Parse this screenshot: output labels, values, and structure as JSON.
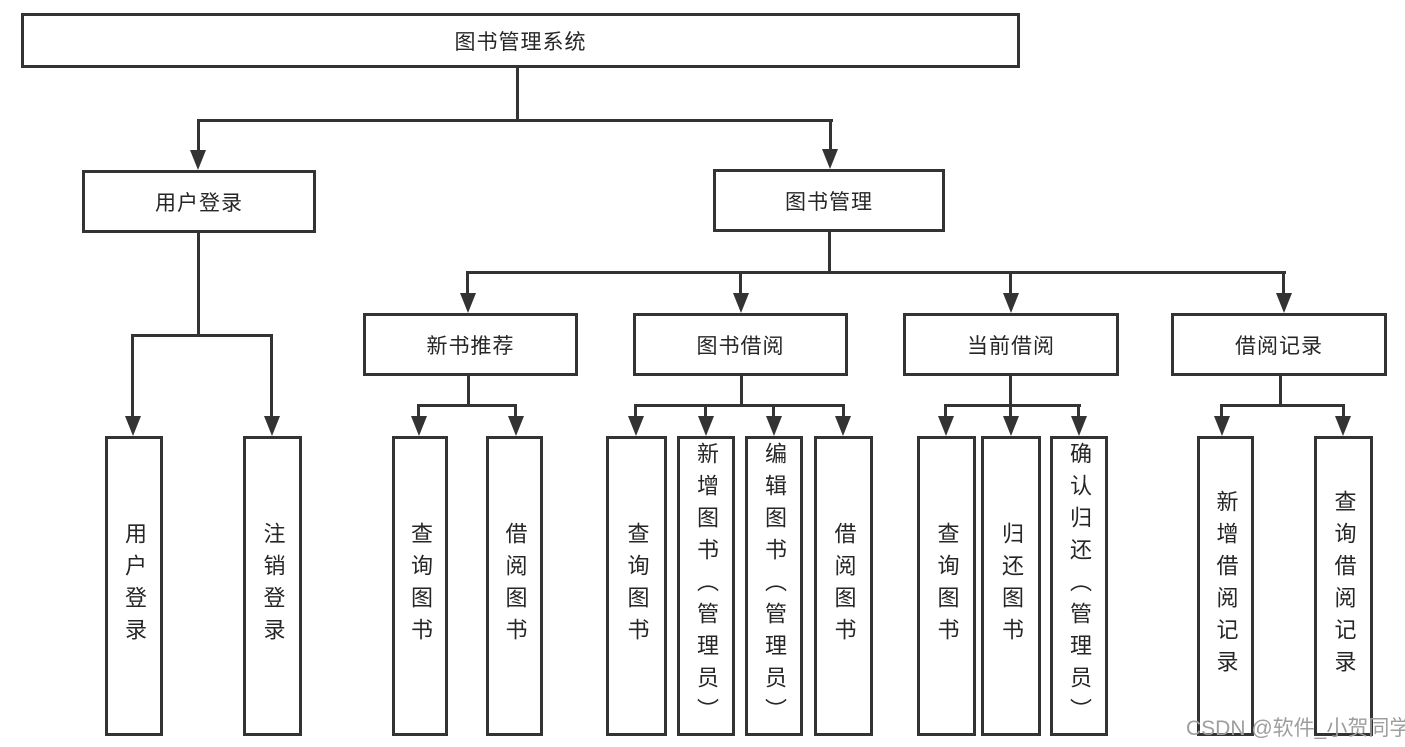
{
  "diagram_type": "hierarchy-tree",
  "colors": {
    "line": "#333333",
    "box_border": "#333333",
    "text": "#262626",
    "watermark": "#9e9e9e",
    "background": "#ffffff"
  },
  "watermark": {
    "text": "CSDN @软件_小贺同学"
  },
  "tree": {
    "label": "图书管理系统",
    "children": [
      {
        "label": "用户登录",
        "children": [
          {
            "label": "用户登录"
          },
          {
            "label": "注销登录"
          }
        ]
      },
      {
        "label": "图书管理",
        "children": [
          {
            "label": "新书推荐",
            "children": [
              {
                "label": "查询图书"
              },
              {
                "label": "借阅图书"
              }
            ]
          },
          {
            "label": "图书借阅",
            "children": [
              {
                "label": "查询图书"
              },
              {
                "label": "新增图书（管理员）"
              },
              {
                "label": "编辑图书（管理员）"
              },
              {
                "label": "借阅图书"
              }
            ]
          },
          {
            "label": "当前借阅",
            "children": [
              {
                "label": "查询图书"
              },
              {
                "label": "归还图书"
              },
              {
                "label": "确认归还（管理员）"
              }
            ]
          },
          {
            "label": "借阅记录",
            "children": [
              {
                "label": "新增借阅记录"
              },
              {
                "label": "查询借阅记录"
              }
            ]
          }
        ]
      }
    ]
  }
}
